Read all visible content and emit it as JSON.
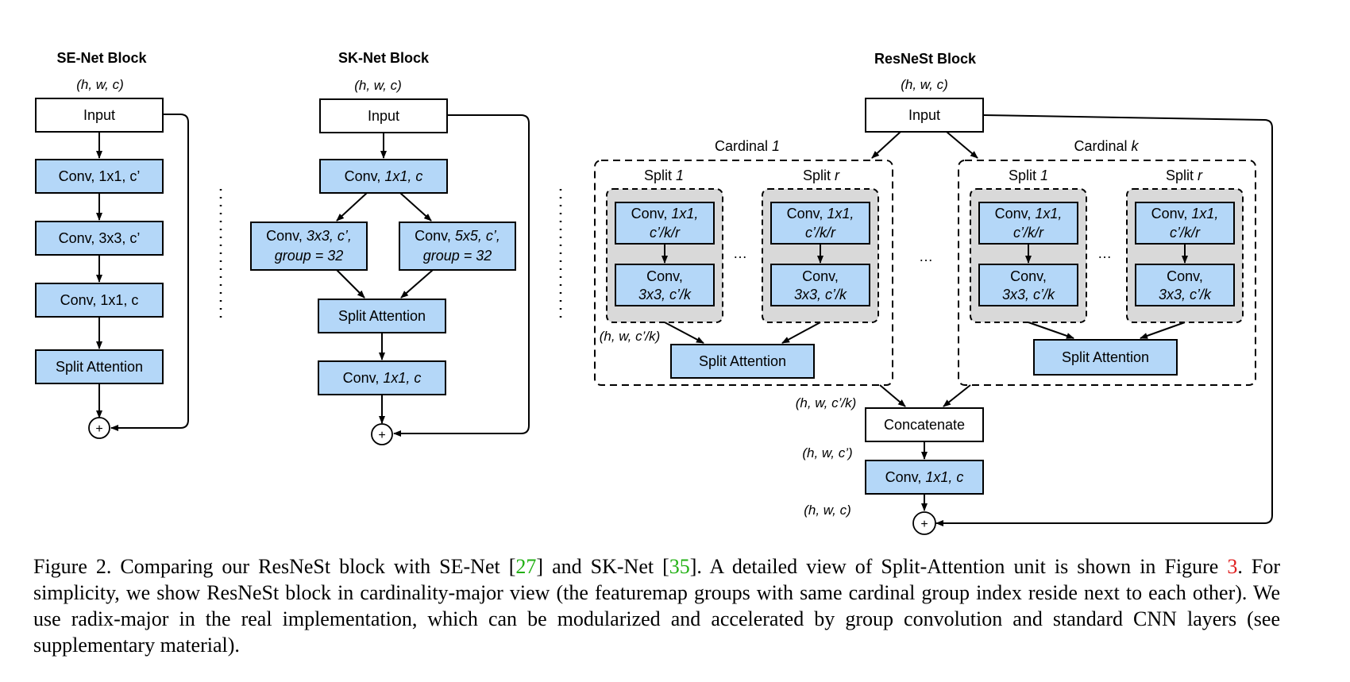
{
  "se_net": {
    "title": "SE-Net Block",
    "dim_in": "(h, w, c)",
    "boxes": [
      "Input",
      "Conv, 1x1, c’",
      "Conv, 3x3, c’",
      "Conv, 1x1, c",
      "Split Attention"
    ]
  },
  "sk_net": {
    "title": "SK-Net Block",
    "dim_in": "(h, w, c)",
    "input": "Input",
    "conv_in": {
      "a": "Conv, ",
      "b": "1x1, c"
    },
    "branch_left": {
      "l1a": "Conv, ",
      "l1b": "3x3, c’,",
      "l2": "group = 32"
    },
    "branch_right": {
      "l1a": "Conv, ",
      "l1b": "5x5, c’,",
      "l2": "group = 32"
    },
    "split_attention": "Split Attention",
    "conv_out": {
      "a": "Conv, ",
      "b": "1x1, c"
    }
  },
  "resnest": {
    "title": "ResNeSt Block",
    "dim_in": "(h, w, c)",
    "input": "Input",
    "cardinal_first": {
      "a": "Cardinal ",
      "b": "1"
    },
    "cardinal_last": {
      "a": "Cardinal ",
      "b": "k"
    },
    "split_first": {
      "a": "Split ",
      "b": "1"
    },
    "split_last": {
      "a": "Split ",
      "b": "r"
    },
    "conv_top": {
      "l1a": "Conv, ",
      "l1b": "1x1,",
      "l2": "c’/k/r"
    },
    "conv_bottom": {
      "l1": "Conv,",
      "l2": "3x3, c’/k"
    },
    "ellipsis": "…",
    "dim_split": "(h, w, c’/k)",
    "split_attention": "Split Attention",
    "dim_concat_in": "(h, w, c’/k)",
    "concatenate": "Concatenate",
    "dim_concat_out": "(h, w, c’)",
    "conv_out": {
      "a": "Conv, ",
      "b": "1x1, c"
    },
    "dim_out": "(h, w, c)"
  },
  "plus_symbol": "+",
  "caption": {
    "p1": "Figure 2. Comparing our ResNeSt block with SE-Net [",
    "ref1": "27",
    "p2": "] and SK-Net [",
    "ref2": "35",
    "p3": "]. A detailed view of Split-Attention unit is shown in Figure ",
    "ref3": "3",
    "p4": ". For simplicity, we show ResNeSt block in cardinality-major view (the featuremap groups with same cardinal group index reside next to each other). We use radix-major in the real implementation, which can be modularized and accelerated by group convolution and standard CNN layers (see supplementary material)."
  },
  "colors": {
    "box_fill": "#b4d7f8",
    "group_fill": "#d9d9d9",
    "citation": "#22b014",
    "figure_ref": "#e02020"
  }
}
